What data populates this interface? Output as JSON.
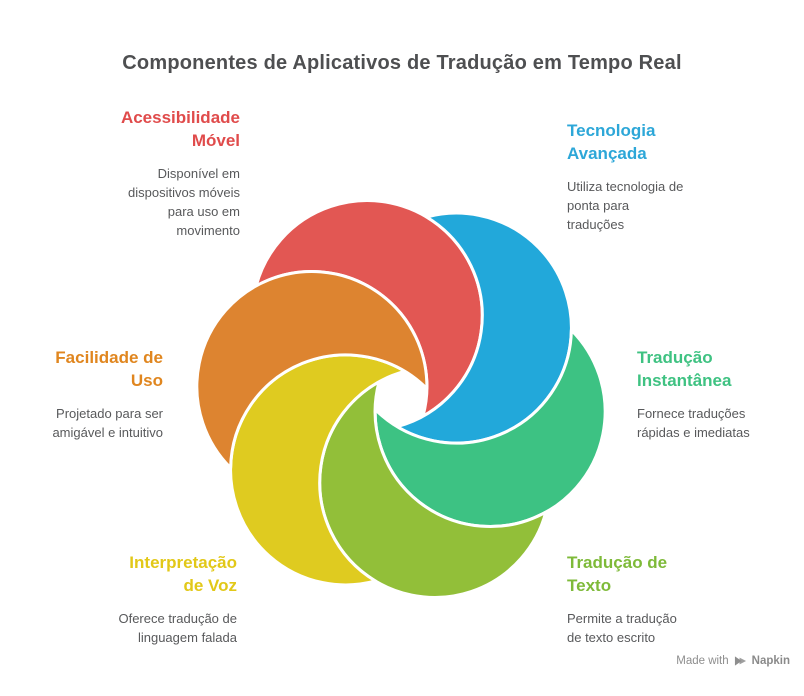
{
  "title": {
    "text": "Componentes de Aplicativos de Tradução em Tempo Real",
    "color": "#4e4f51"
  },
  "sections": [
    {
      "id": "acessibilidade-movel",
      "heading": "Acessibilidade\nMóvel",
      "description": "Disponível em\ndispositivos móveis\npara uso em\nmovimento",
      "color": "#e04b4b"
    },
    {
      "id": "tecnologia-avancada",
      "heading": "Tecnologia\nAvançada",
      "description": "Utiliza tecnologia de\nponta para\ntraduções",
      "color": "#2da7d8"
    },
    {
      "id": "facilidade-de-uso",
      "heading": "Facilidade de\nUso",
      "description": "Projetado para ser\namigável e intuitivo",
      "color": "#e0861f"
    },
    {
      "id": "traducao-instantanea",
      "heading": "Tradução\nInstantânea",
      "description": "Fornece traduções\nrápidas e imediatas",
      "color": "#3fc282"
    },
    {
      "id": "interpretacao-de-voz",
      "heading": "Interpretação\nde Voz",
      "description": "Oferece tradução de\nlinguagem falada",
      "color": "#e2c818"
    },
    {
      "id": "traducao-de-texto",
      "heading": "Tradução de\nTexto",
      "description": "Permite a tradução\nde texto escrito",
      "color": "#7eba39"
    }
  ],
  "flower": {
    "petals": [
      {
        "name": "petal-acessibilidade-movel",
        "color": "#e25753"
      },
      {
        "name": "petal-tecnologia-avancada",
        "color": "#22a8da"
      },
      {
        "name": "petal-traducao-instantanea",
        "color": "#3dc283"
      },
      {
        "name": "petal-traducao-de-texto",
        "color": "#92bf39"
      },
      {
        "name": "petal-interpretacao-de-voz",
        "color": "#dfcb20"
      },
      {
        "name": "petal-facilidade-de-uso",
        "color": "#dd8430"
      }
    ],
    "stroke_color": "#ffffff"
  },
  "footer": {
    "made_with": "Made with",
    "brand": "Napkin",
    "color": "#8e8e8e"
  }
}
